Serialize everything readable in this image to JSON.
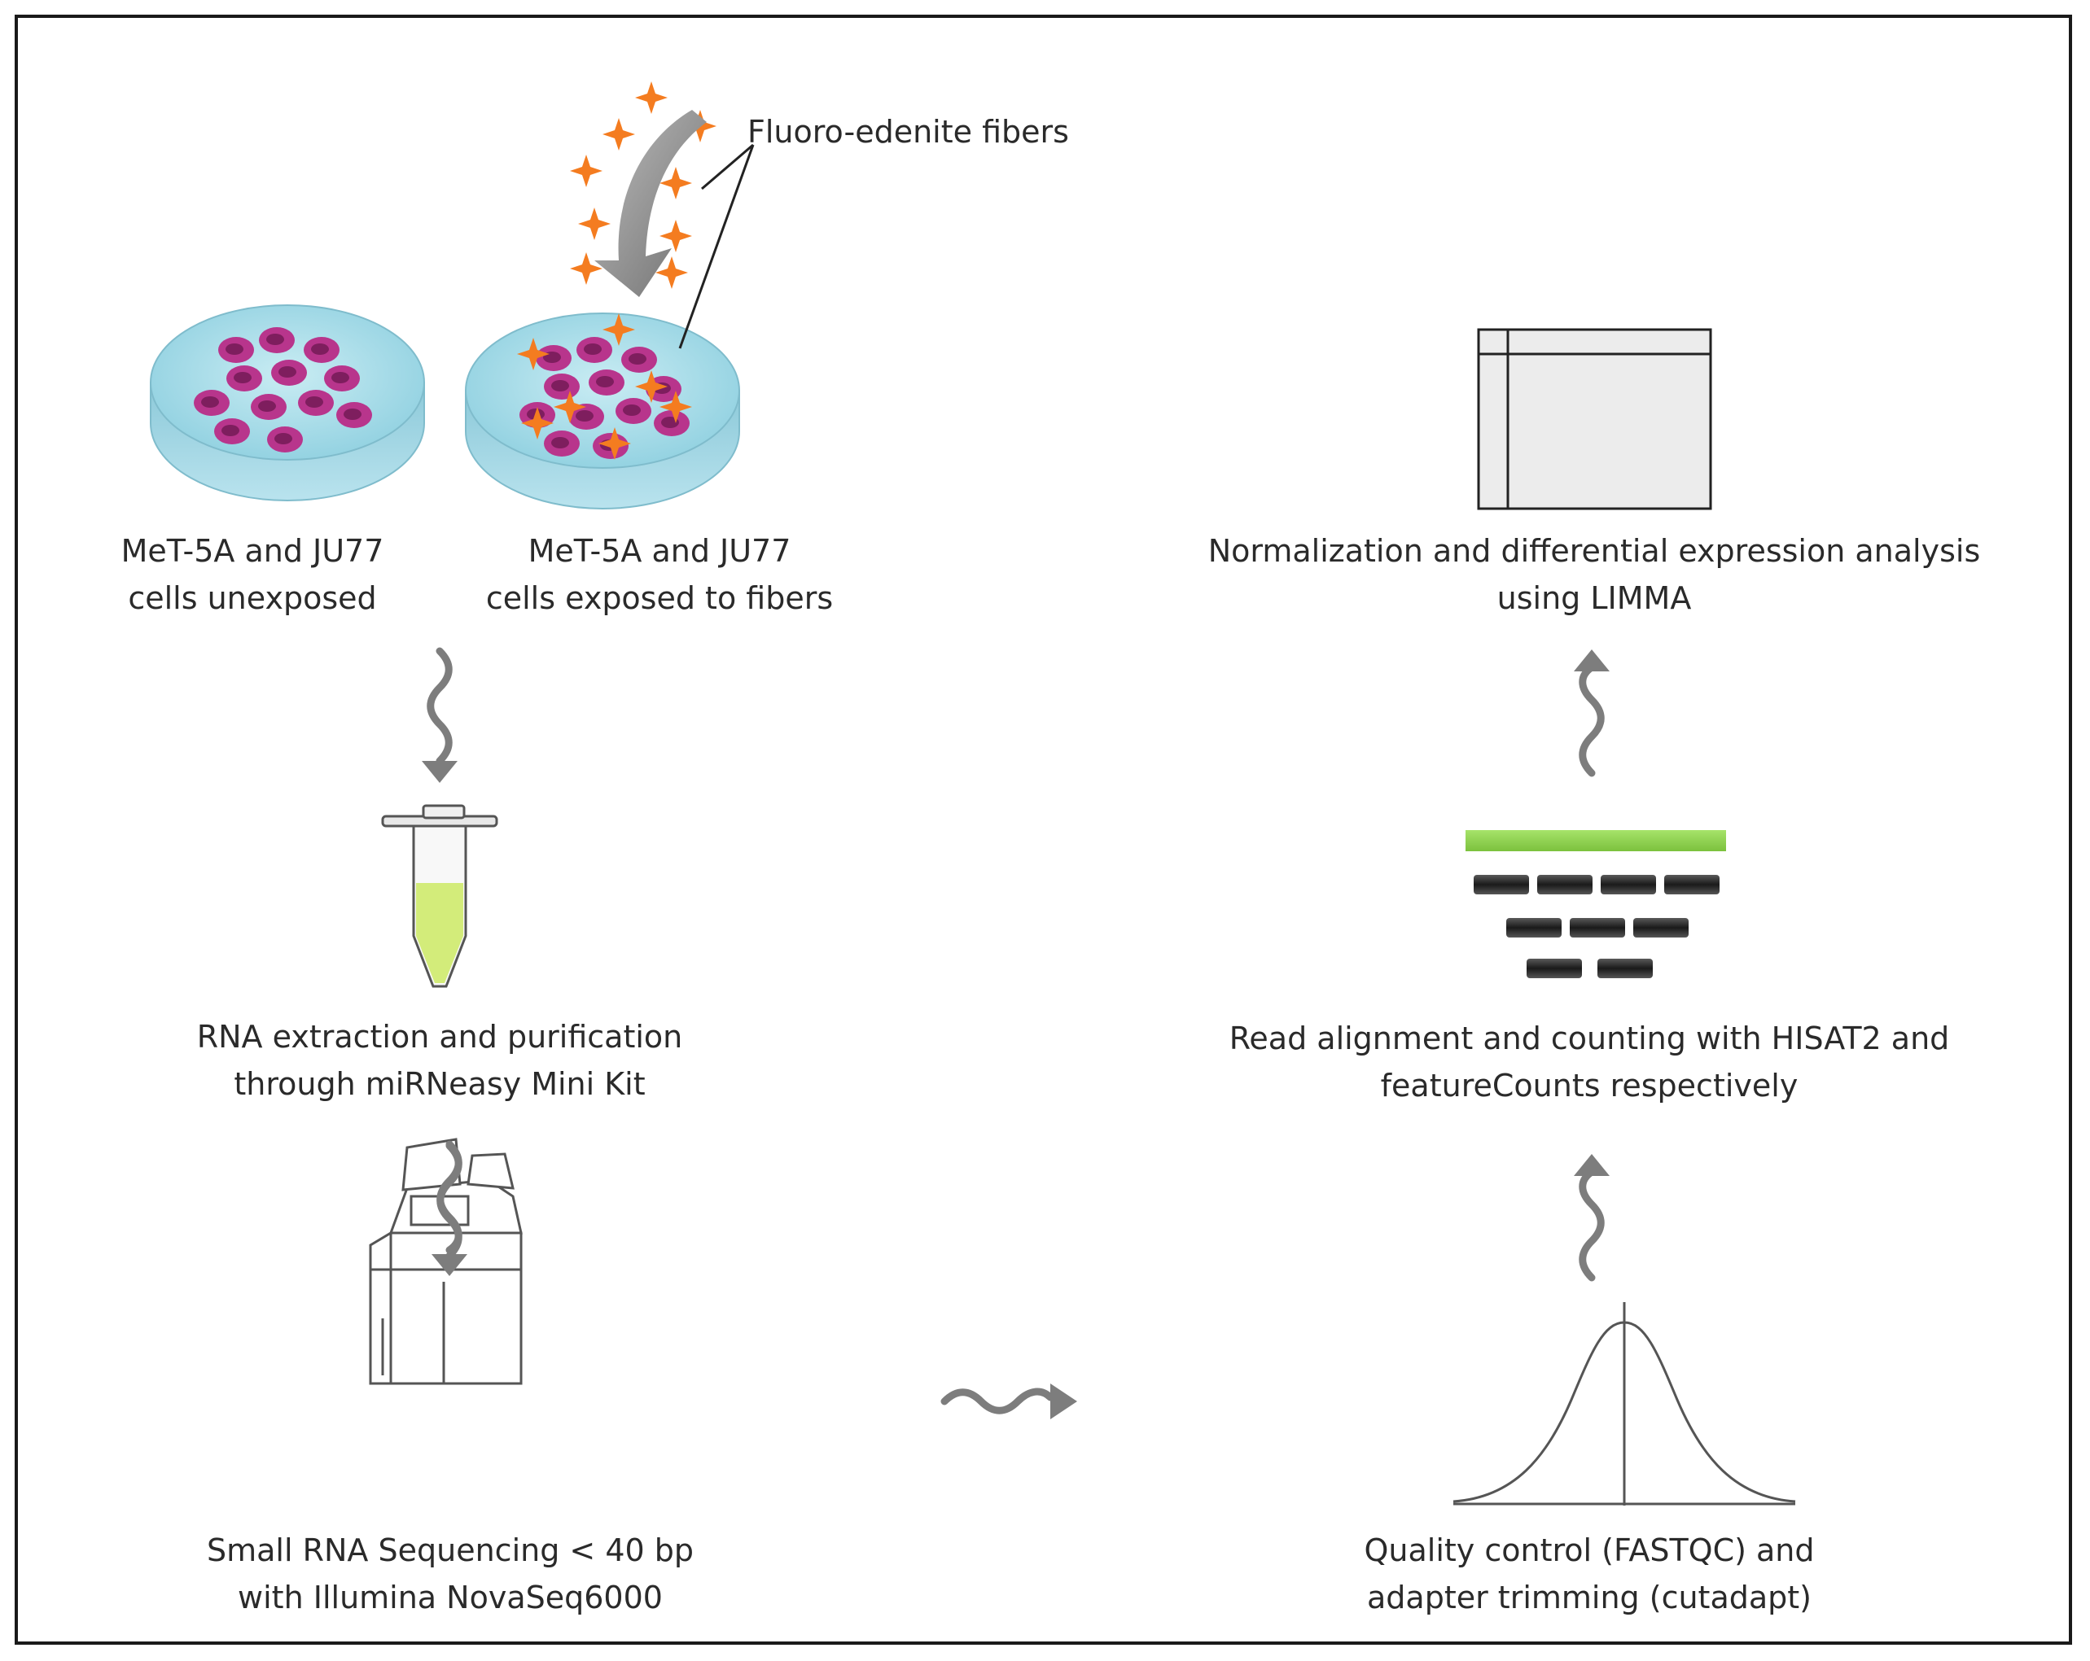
{
  "labels": {
    "fibers": "Fluoro-edenite fibers",
    "unexposed": [
      "MeT-5A and JU77",
      "cells unexposed"
    ],
    "exposed": [
      "MeT-5A and JU77",
      "cells exposed to fibers"
    ],
    "rna": [
      "RNA extraction and purification",
      "through miRNeasy Mini Kit"
    ],
    "sequencing": [
      "Small RNA Sequencing < 40 bp",
      "with Illumina NovaSeq6000"
    ],
    "quality": [
      "Quality control (FASTQC) and",
      "adapter trimming (cutadapt)"
    ],
    "alignment": [
      "Read alignment and counting with HISAT2 and",
      "featureCounts respectively"
    ],
    "normalization": [
      "Normalization and differential expression analysis",
      "using LIMMA"
    ]
  },
  "icons": {
    "dish_unexposed": "petri-dish-icon",
    "dish_exposed": "petri-dish-with-fibers-icon",
    "tube": "microcentrifuge-tube-icon",
    "sequencer": "sequencer-machine-icon",
    "distribution": "bell-curve-icon",
    "reads": "read-alignment-icon",
    "matrix": "count-table-icon"
  },
  "colors": {
    "dish": "#a8dde8",
    "cells": "#b8358c",
    "fibers": "#f47c20",
    "tube_liquid": "#d3ec7a",
    "reference_read": "#8fd14f",
    "arrows": "#7d7d7d",
    "frame": "#1a1a1a"
  }
}
